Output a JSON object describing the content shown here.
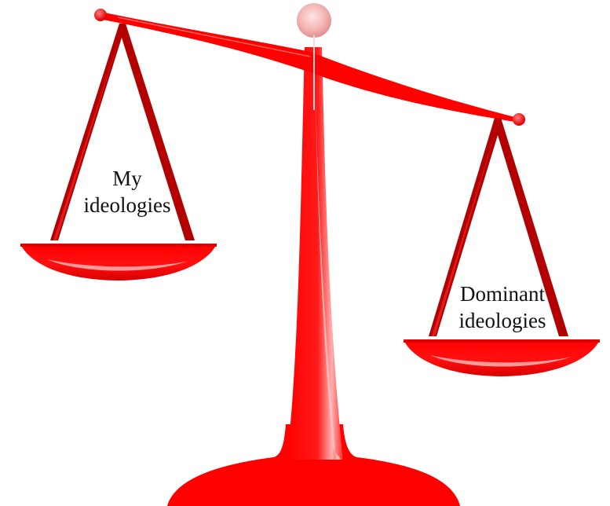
{
  "left_pan": {
    "label_line1": "My",
    "label_line2": "ideologies"
  },
  "right_pan": {
    "label_line1": "Dominant",
    "label_line2": "ideologies"
  },
  "colors": {
    "primary_red": "#ff0000",
    "dark_red": "#a30000",
    "highlight": "#ff9c9c",
    "knob": "#f4b6b6"
  },
  "icons": [
    "balance-scale-icon"
  ]
}
